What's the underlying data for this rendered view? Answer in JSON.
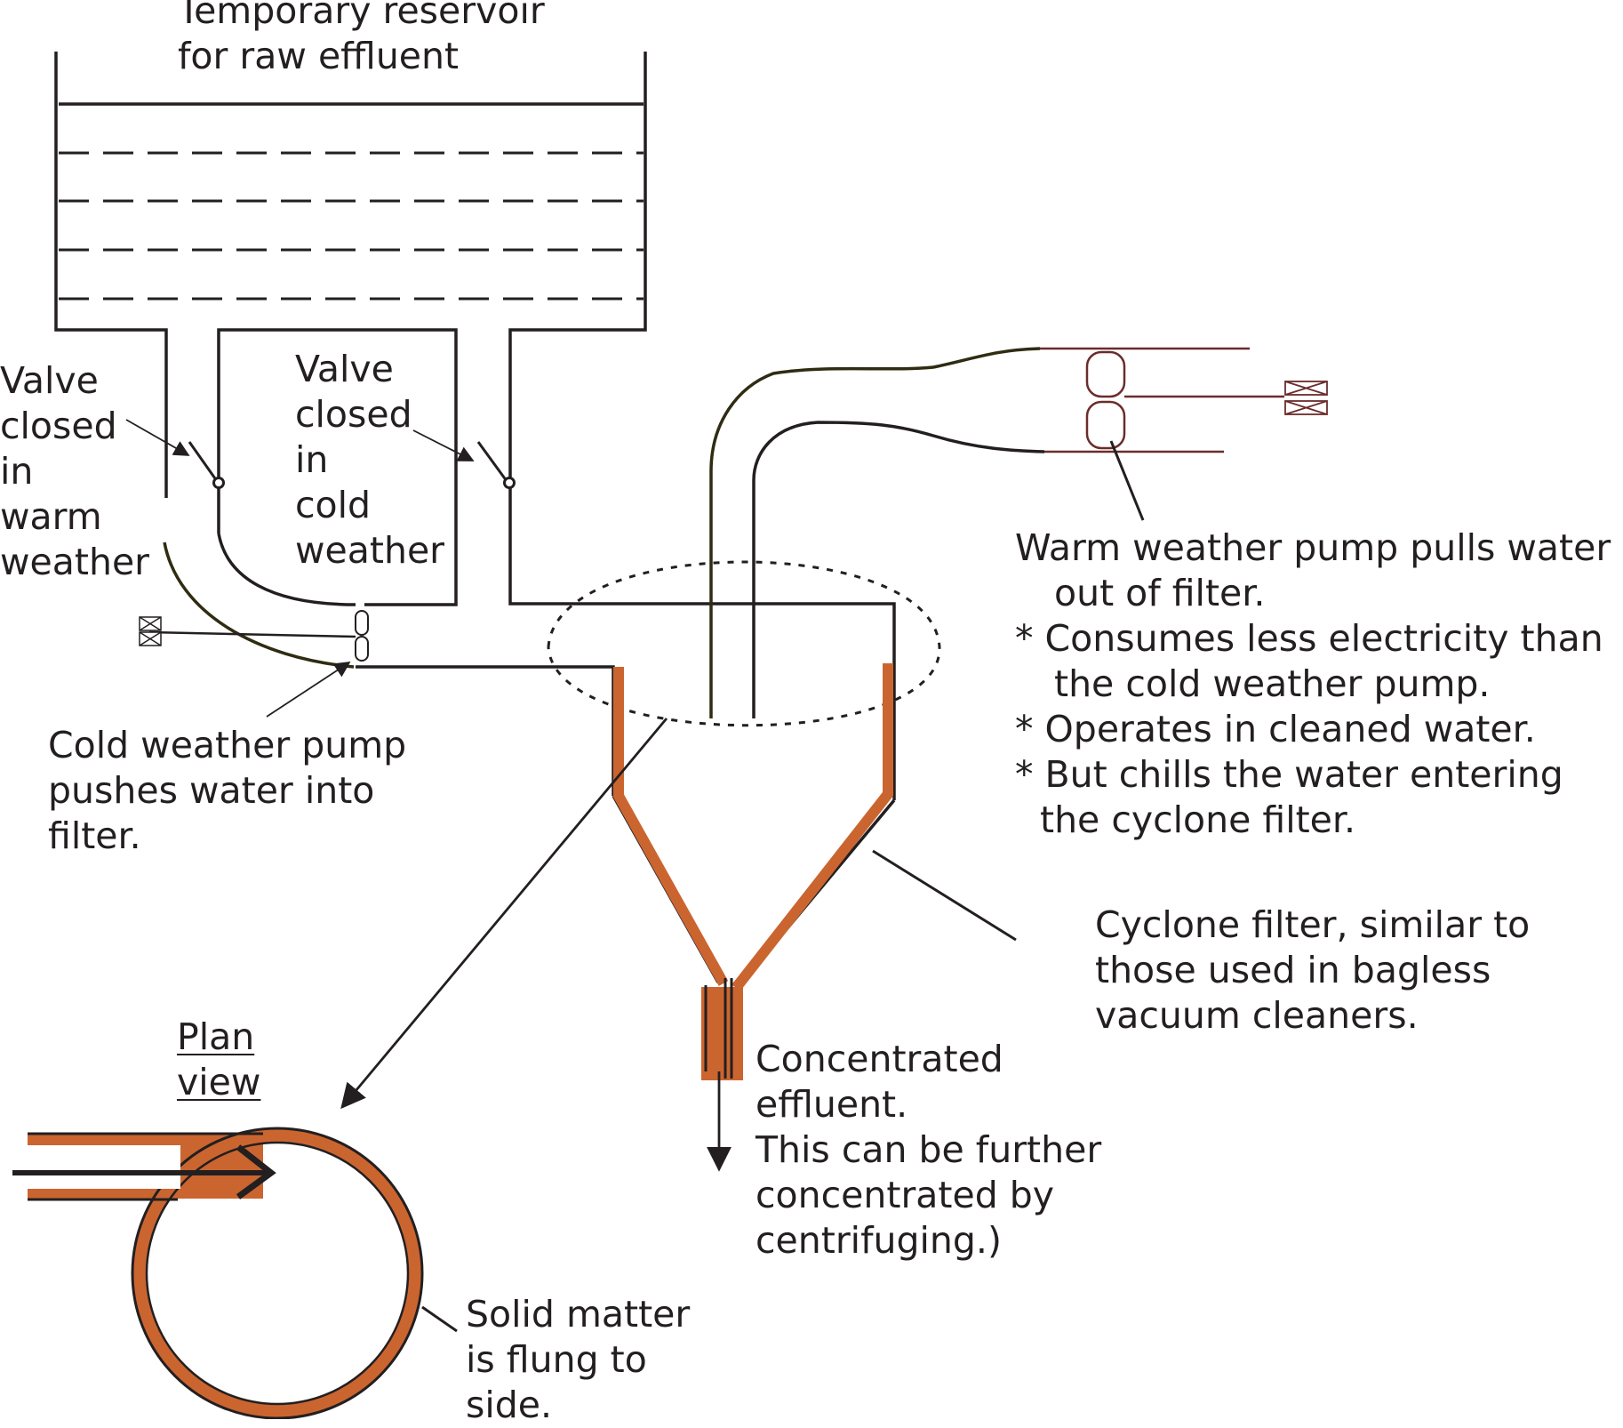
{
  "colors": {
    "line": "#231f20",
    "filter_wall": "#cb6530",
    "pump_outline": "#6b2c2c",
    "hose": "#2f2c12"
  },
  "labels": {
    "reservoir": [
      "Temporary reservoir",
      "for raw effluent"
    ],
    "valve_warm": [
      "Valve",
      "closed",
      "in",
      "warm",
      "weather"
    ],
    "valve_cold": [
      "Valve",
      "closed",
      "in",
      "cold",
      "weather"
    ],
    "cold_pump": [
      "Cold weather pump",
      "pushes water into",
      "filter."
    ],
    "warm_pump": {
      "heading": "Warm weather pump pulls water",
      "heading_cont": "out of filter.",
      "bullets": [
        {
          "first": "* Consumes less electricity than",
          "cont": "the cold weather pump."
        },
        {
          "first": "* Operates in cleaned water.",
          "cont": ""
        },
        {
          "first": "* But chills the water entering",
          "cont": "the cyclone filter."
        }
      ]
    },
    "cyclone": [
      "Cyclone filter, similar to",
      "those used in bagless",
      "vacuum cleaners."
    ],
    "concentrated": [
      "Concentrated",
      "effluent.",
      "This can be further",
      "concentrated by",
      "centrifuging.)"
    ],
    "plan_view": [
      "Plan",
      "view"
    ],
    "solid": [
      "Solid matter",
      "is flung to",
      "side."
    ]
  }
}
